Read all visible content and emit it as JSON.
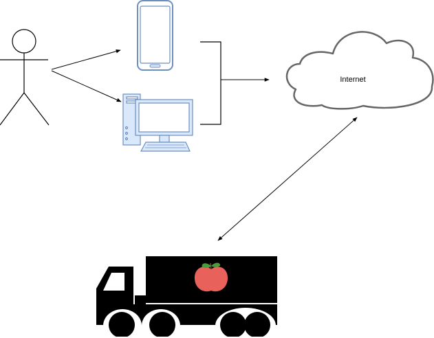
{
  "diagram": {
    "nodes": {
      "user": {
        "icon": "stick-figure-icon"
      },
      "phone": {
        "icon": "smartphone-icon"
      },
      "computer": {
        "icon": "desktop-computer-icon"
      },
      "cloud": {
        "icon": "cloud-icon",
        "label": "Internet"
      },
      "truck": {
        "icon": "delivery-truck-icon",
        "cargo_icon": "apple-icon"
      }
    },
    "edges": [
      {
        "from": "user",
        "to": "phone",
        "direction": "forward"
      },
      {
        "from": "user",
        "to": "computer",
        "direction": "forward"
      },
      {
        "from": "devices",
        "to": "cloud",
        "direction": "forward"
      },
      {
        "from": "cloud",
        "to": "truck",
        "direction": "both"
      }
    ],
    "colors": {
      "device_stroke": "#6c8ebf",
      "device_fill": "#dae8fc",
      "cloud_stroke": "#666666",
      "apple": "#e8625b",
      "leaf": "#4a9b3a",
      "line": "#000000"
    }
  }
}
